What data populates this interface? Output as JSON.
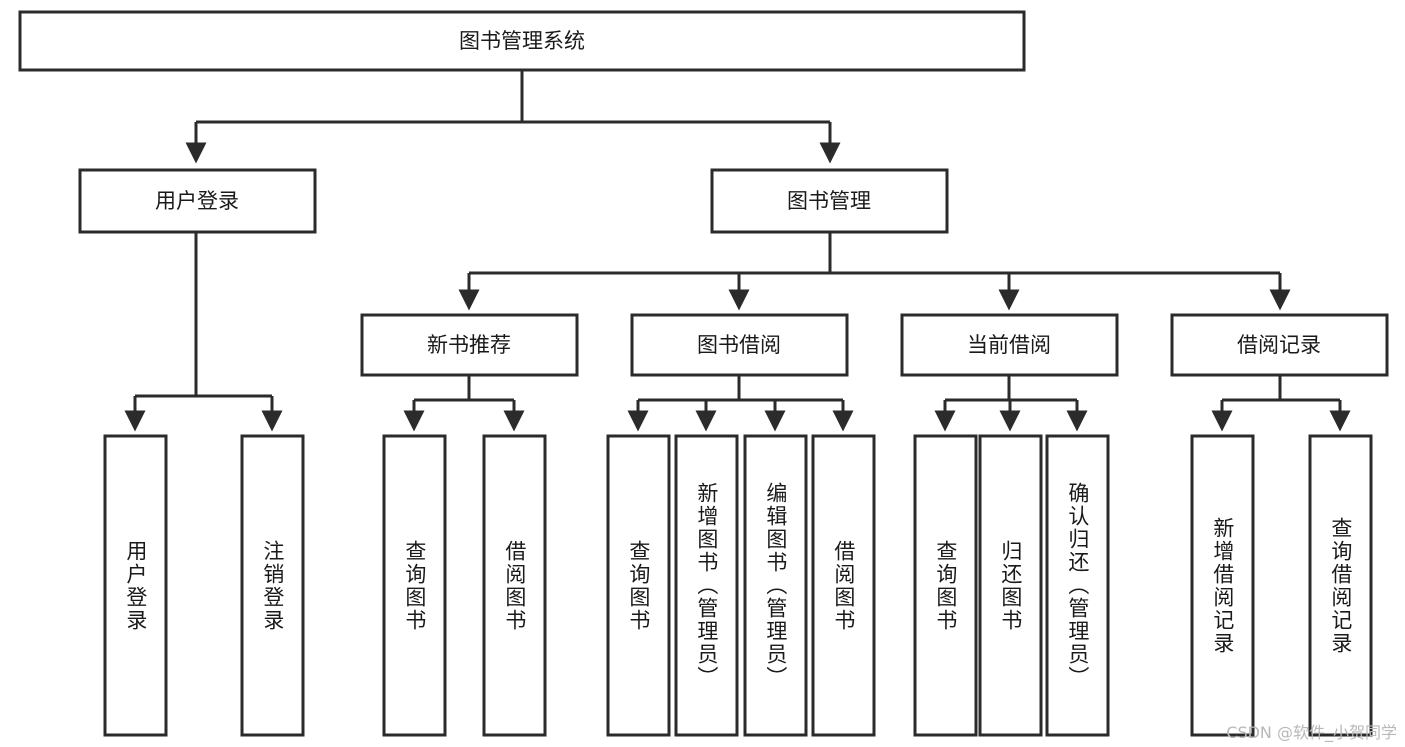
{
  "diagram": {
    "type": "tree-hierarchy",
    "title": "图书管理系统",
    "watermark": "CSDN @软件_小贺同学",
    "colors": {
      "stroke": "#2b2b2b",
      "fill": "#ffffff",
      "text": "#1a1a1a",
      "watermark": "#b8b8b8"
    },
    "root": {
      "label": "图书管理系统"
    },
    "level2": [
      {
        "label": "用户登录"
      },
      {
        "label": "图书管理"
      }
    ],
    "level3": [
      {
        "label": "新书推荐"
      },
      {
        "label": "图书借阅"
      },
      {
        "label": "当前借阅"
      },
      {
        "label": "借阅记录"
      }
    ],
    "leaves": {
      "user_login": [
        {
          "label": "用户登录"
        },
        {
          "label": "注销登录"
        }
      ],
      "new_book_recommend": [
        {
          "label": "查询图书"
        },
        {
          "label": "借阅图书"
        }
      ],
      "book_borrow": [
        {
          "label": "查询图书"
        },
        {
          "label": "新增图书（管理员）"
        },
        {
          "label": "编辑图书（管理员）"
        },
        {
          "label": "借阅图书"
        }
      ],
      "current_borrow": [
        {
          "label": "查询图书"
        },
        {
          "label": "归还图书"
        },
        {
          "label": "确认归还（管理员）"
        }
      ],
      "borrow_record": [
        {
          "label": "新增借阅记录"
        },
        {
          "label": "查询借阅记录"
        }
      ]
    }
  }
}
